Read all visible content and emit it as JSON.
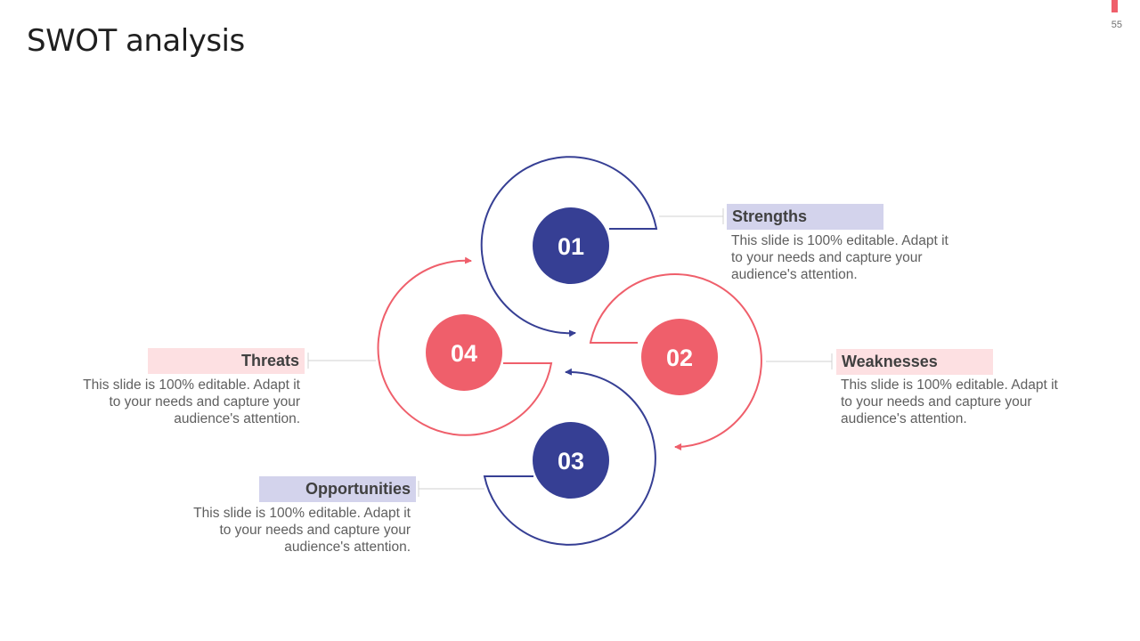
{
  "slide": {
    "title": "SWOT analysis",
    "page_number": "55"
  },
  "colors": {
    "blue": "#363f94",
    "red": "#ef5f6b",
    "blue_tint": "#d3d3ec",
    "red_tint": "#fde0e2"
  },
  "nodes": [
    {
      "id": "strengths",
      "number": "01",
      "label": "Strengths",
      "description": "This slide is 100% editable. Adapt it to your needs and capture your audience's attention."
    },
    {
      "id": "weaknesses",
      "number": "02",
      "label": "Weaknesses",
      "description": "This slide is 100% editable. Adapt it to your needs and capture your audience's attention."
    },
    {
      "id": "opportunities",
      "number": "03",
      "label": "Opportunities",
      "description": "This slide is 100% editable. Adapt it to your needs and capture your audience's attention."
    },
    {
      "id": "threats",
      "number": "04",
      "label": "Threats",
      "description": "This slide is 100% editable. Adapt it to your needs and capture your audience's attention."
    }
  ]
}
